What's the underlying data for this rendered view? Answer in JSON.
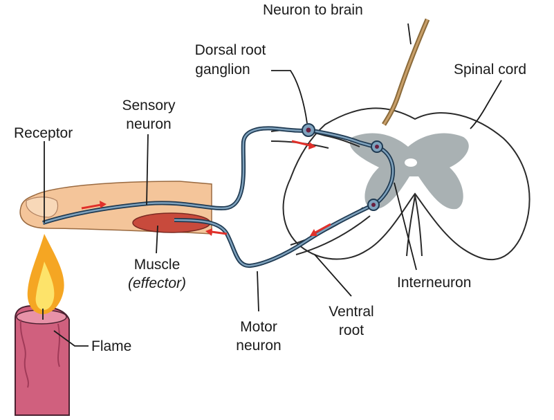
{
  "labels": {
    "neuron_to_brain": "Neuron to brain",
    "dorsal_root_ganglion_1": "Dorsal root",
    "dorsal_root_ganglion_2": "ganglion",
    "spinal_cord": "Spinal cord",
    "sensory_neuron_1": "Sensory",
    "sensory_neuron_2": "neuron",
    "receptor": "Receptor",
    "muscle": "Muscle",
    "effector": "(effector)",
    "interneuron": "Interneuron",
    "ventral_root_1": "Ventral",
    "ventral_root_2": "root",
    "motor_neuron_1": "Motor",
    "motor_neuron_2": "neuron",
    "flame": "Flame"
  },
  "colors": {
    "finger": "#f4c59a",
    "muscle": "#c84a3c",
    "nerve": "#3d5f7a",
    "gray_matter": "#a9b1b3",
    "arrow": "#e0302a",
    "brain_neuron": "#8a6a3a",
    "candle": "#d0607e",
    "flame_outer": "#f5a623",
    "flame_inner": "#fde36a"
  }
}
